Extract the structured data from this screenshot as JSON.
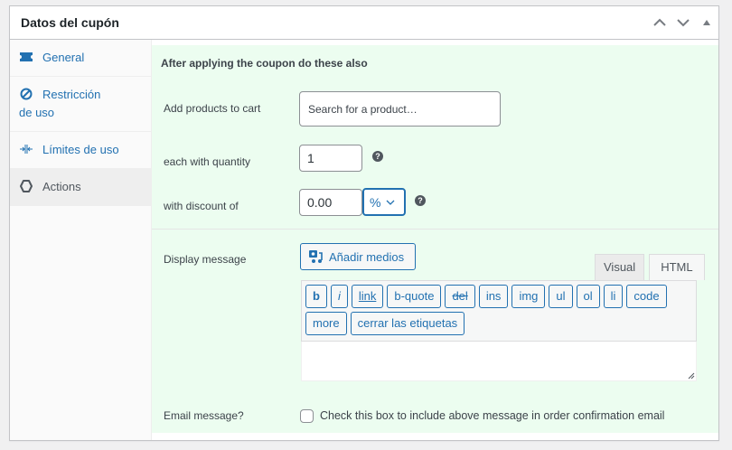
{
  "header": {
    "title": "Datos del cupón",
    "actions": [
      "move-up",
      "move-down",
      "toggle-panel"
    ]
  },
  "tabs": [
    {
      "label": "General",
      "icon": "ticket-icon",
      "active": false
    },
    {
      "label": "Restricción de uso",
      "line1": "Restricción",
      "line2": "de uso",
      "icon": "block-icon",
      "active": false
    },
    {
      "label": "Límites de uso",
      "icon": "limits-icon",
      "active": false
    },
    {
      "label": "Actions",
      "icon": "gear-icon",
      "active": true
    }
  ],
  "panel": {
    "section_title": "After applying the coupon do these also",
    "add_products_label": "Add products to cart",
    "search_placeholder": "Search for a product…",
    "quantity_label": "each with quantity",
    "quantity_value": "1",
    "discount_label": "with discount of",
    "discount_value": "0.00",
    "discount_type": "%",
    "help_glyph": "?",
    "display_message_label": "Display message",
    "add_media_label": "Añadir medios",
    "editor_tabs": {
      "visual": "Visual",
      "html": "HTML"
    },
    "quicktags_row1": [
      "b",
      "i",
      "link",
      "b-quote",
      "del",
      "ins",
      "img",
      "ul",
      "ol",
      "li",
      "code"
    ],
    "quicktags_row2": [
      "more",
      "cerrar las etiquetas"
    ],
    "message_text": "",
    "email_message_label": "Email message?",
    "email_checkbox_label": "Check this box to include above message in order confirmation email",
    "email_checked": false
  },
  "colors": {
    "accent": "#2271b1",
    "panel_bg": "#ecfdf0",
    "sidebar_bg": "#fafafa",
    "active_tab_bg": "#eeeeee"
  }
}
